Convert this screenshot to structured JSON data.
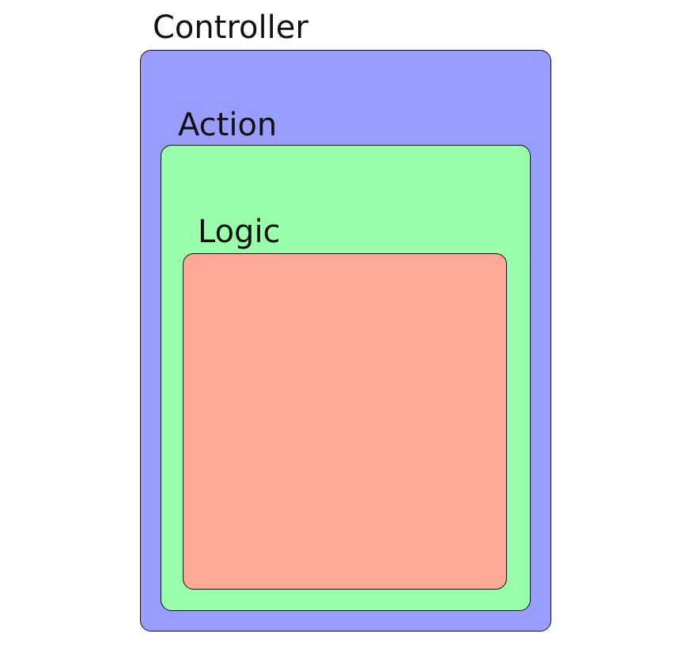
{
  "diagram": {
    "controller": {
      "label": "Controller",
      "color": "#999dff"
    },
    "action": {
      "label": "Action",
      "color": "#99ffaa"
    },
    "logic": {
      "label": "Logic",
      "color": "#ffa997"
    },
    "border_color": "#111111"
  }
}
